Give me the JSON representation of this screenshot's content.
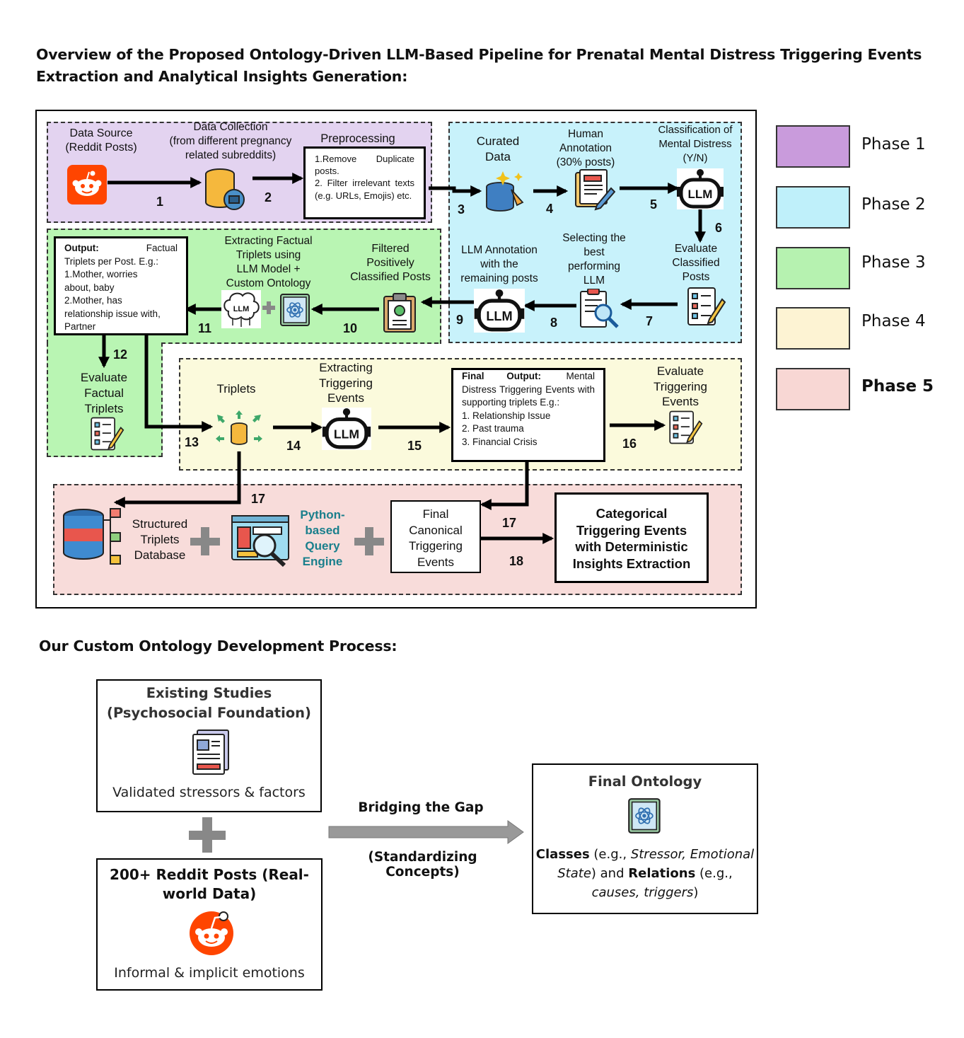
{
  "title_line1": "Overview of the Proposed Ontology-Driven LLM-Based Pipeline for Prenatal Mental Distress Triggering Events",
  "title_line2": "Extraction and Analytical Insights Generation:",
  "legend": [
    {
      "label": "Phase 1",
      "color": "#c99bdc"
    },
    {
      "label": "Phase 2",
      "color": "#bff0fa"
    },
    {
      "label": "Phase 3",
      "color": "#b6f2b0"
    },
    {
      "label": "Phase 4",
      "color": "#fdf3d3"
    },
    {
      "label": "Phase 5",
      "color": "#f8d7d4"
    }
  ],
  "phase1": {
    "data_source": "Data Source\n(Reddit Posts)",
    "data_collection": "Data Collection\n(from different pregnancy\nrelated subreddits)",
    "preprocessing": "Preprocessing",
    "pre_item1": "1.Remove Duplicate posts.",
    "pre_item2": "2. Filter irrelevant texts (e.g. URLs, Emojis) etc."
  },
  "phase2": {
    "curated": "Curated\nData",
    "human": "Human\nAnnotation\n(30% posts)",
    "classification": "Classification of\nMental Distress\n(Y/N)",
    "evaluate": "Evaluate\nClassified\nPosts",
    "selecting": "Selecting the\nbest\nperforming\nLLM",
    "llm_annotation": "LLM Annotation\nwith the\nremaining posts"
  },
  "phase3": {
    "filtered": "Filtered\nPositively\nClassified Posts",
    "extracting": "Extracting Factual\nTriplets using\nLLM Model +\nCustom Ontology",
    "output_head": "Output:",
    "output_tail": "Factual",
    "output_body": "Triplets per Post. E.g.:\n1.Mother, worries\nabout, baby\n2.Mother, has\nrelationship issue with,\nPartner",
    "evaluate_triplets": "Evaluate\nFactual\nTriplets"
  },
  "phase4": {
    "triplets": "Triplets",
    "extracting_events": "Extracting\nTriggering\nEvents",
    "final_head": "Final Output:",
    "final_tail": "Mental",
    "final_body": "Distress Triggering Events with supporting triplets E.g.:",
    "final_items": [
      "1.  Relationship Issue",
      "2.  Past trauma",
      "3.  Financial Crisis"
    ],
    "evaluate_events": "Evaluate\nTriggering\nEvents"
  },
  "phase5": {
    "structured_db": "Structured\nTriplets\nDatabase",
    "query_engine": "Python-\nbased\nQuery\nEngine",
    "final_canonical": "Final\nCanonical\nTriggering\nEvents",
    "categorical": "Categorical\nTriggering Events\nwith Deterministic\nInsights Extraction"
  },
  "steps": [
    "1",
    "2",
    "3",
    "4",
    "5",
    "6",
    "7",
    "8",
    "9",
    "10",
    "11",
    "12",
    "13",
    "14",
    "15",
    "16",
    "17",
    "17",
    "18"
  ],
  "ontology": {
    "heading": "Our Custom Ontology Development Process:",
    "existing_title": "Existing Studies\n(Psychosocial Foundation)",
    "existing_caption": "Validated stressors & factors",
    "reddit_title": "200+ Reddit Posts (Real-\nworld Data)",
    "reddit_caption": "Informal & implicit emotions",
    "bridge_top": "Bridging the Gap",
    "bridge_bottom": "(Standardizing Concepts)",
    "final_title": "Final Ontology",
    "final_classes_b": "Classes",
    "final_classes_t": " (e.g., ",
    "final_classes_i": "Stressor, Emotional State",
    "final_and": ") and ",
    "final_rel_b": "Relations",
    "final_rel_t": " (e.g., ",
    "final_rel_i": "causes, triggers",
    "final_end": ")"
  },
  "colors": {
    "phase1": "#e3d3f0",
    "phase2": "#c8f2fb",
    "phase3": "#b9f5b3",
    "phase4": "#fbfadc",
    "phase5": "#f8dcda",
    "reddit": "#ff4500",
    "query_text": "#1a7f8c"
  }
}
